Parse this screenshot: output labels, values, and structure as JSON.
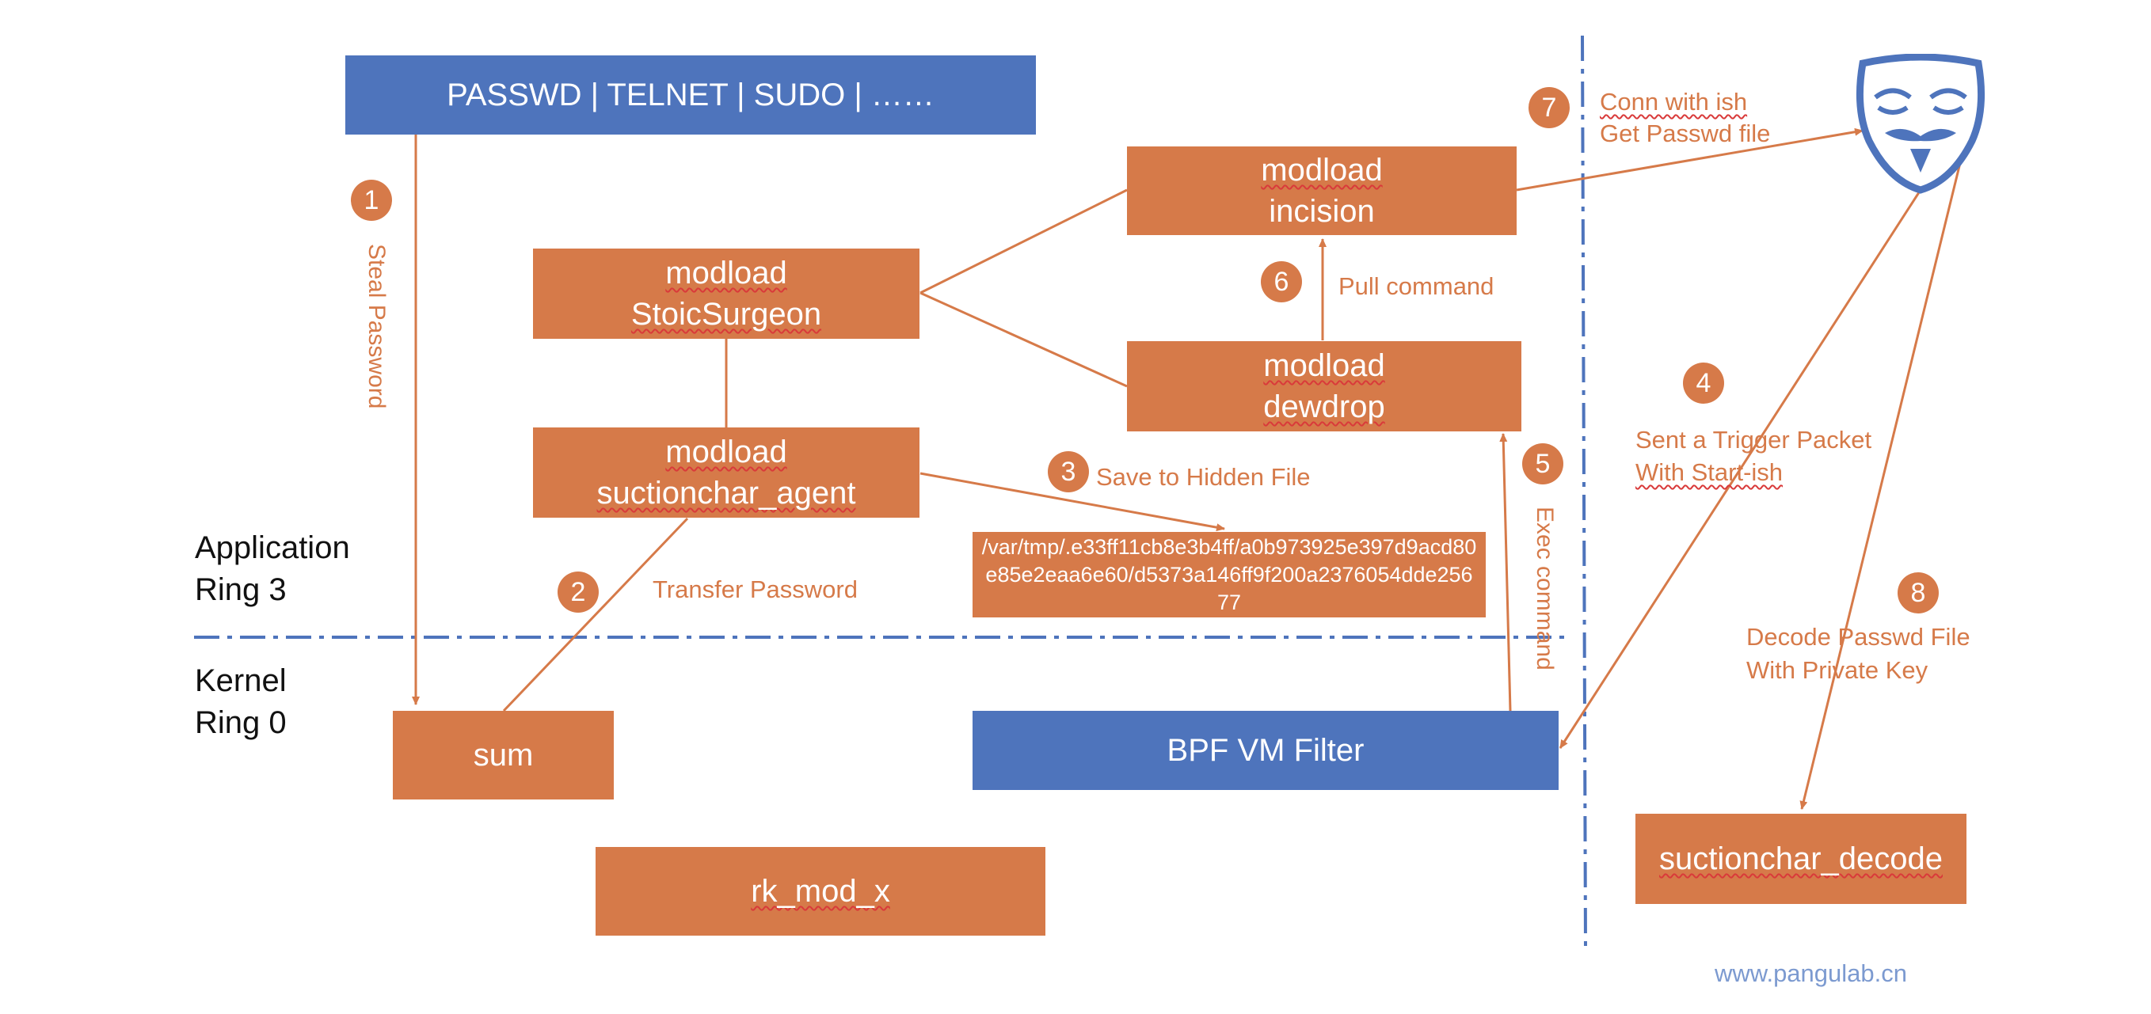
{
  "top_bar": {
    "label": "PASSWD | TELNET | SUDO | ……"
  },
  "modules": {
    "stoicsurgeon": {
      "line1": "modload",
      "line2": "StoicSurgeon"
    },
    "suctionchar_agent": {
      "line1": "modload",
      "line2": "suctionchar_agent"
    },
    "incision": {
      "line1": "modload",
      "line2": "incision"
    },
    "dewdrop": {
      "line1": "modload",
      "line2": "dewdrop"
    },
    "sum": {
      "label": "sum"
    },
    "bpf": {
      "label": "BPF VM Filter"
    },
    "rk_mod_x": {
      "label": "rk_mod_x"
    },
    "suctionchar_decode": {
      "label": "suctionchar_decode"
    }
  },
  "hidden_file": {
    "path": "/var/tmp/.e33ff11cb8e3b4ff/a0b973925e397d9acd80e85e2eaa6e60/d5373a146ff9f200a2376054dde25677"
  },
  "steps": {
    "s1": {
      "num": "1",
      "text": "Steal Password"
    },
    "s2": {
      "num": "2",
      "text": "Transfer Password"
    },
    "s3": {
      "num": "3",
      "text": "Save to Hidden File"
    },
    "s4": {
      "num": "4",
      "line1": "Sent a Trigger Packet",
      "line2": "With Start-ish"
    },
    "s5": {
      "num": "5",
      "text": "Exec command"
    },
    "s6": {
      "num": "6",
      "text": "Pull command"
    },
    "s7": {
      "num": "7",
      "line1": "Conn with ish",
      "line2": "Get Passwd file"
    },
    "s8": {
      "num": "8",
      "line1": "Decode Passwd File",
      "line2": "With Private Key"
    }
  },
  "rings": {
    "application": {
      "line1": "Application",
      "line2": "Ring 3"
    },
    "kernel": {
      "line1": "Kernel",
      "line2": "Ring 0"
    }
  },
  "watermark": "www.pangulab.cn",
  "icon": "anonymous-mask-icon",
  "colors": {
    "orange": "#D67A49",
    "blue": "#4E74BC",
    "divider": "#4E74BC",
    "watermark": "#7C9AD0"
  }
}
